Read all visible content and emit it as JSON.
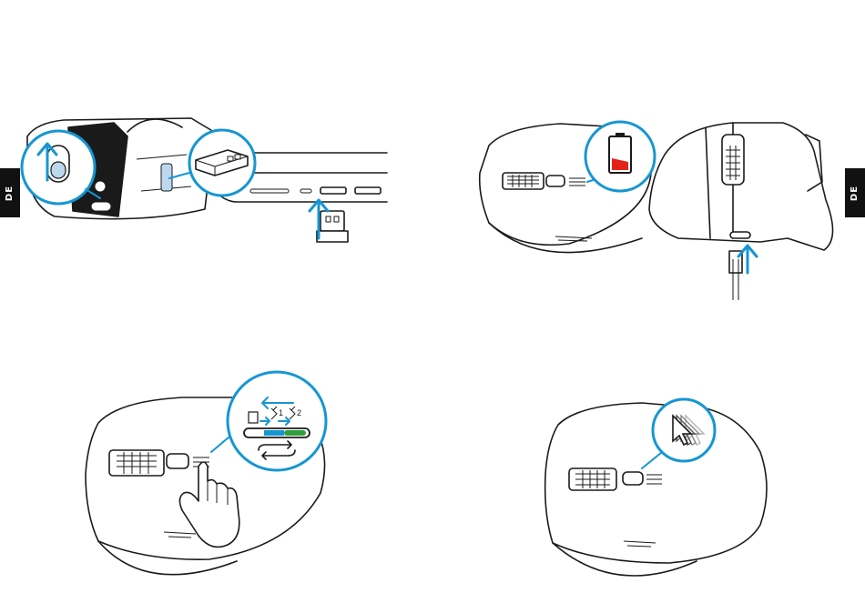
{
  "language_tab_left": "DE",
  "language_tab_right": "DE",
  "colors": {
    "accent": "#1596d3",
    "battery_low": "#e2231a",
    "green_led": "#2e9e3e",
    "line": "#1a1a1a",
    "tab_background": "#111111"
  },
  "steps": [
    {
      "name": "power-switch-and-receiver",
      "icons": [
        "arrow-up-icon",
        "power-switch-icon",
        "usb-receiver-icon"
      ]
    },
    {
      "name": "charging",
      "icons": [
        "battery-low-icon",
        "usb-c-port-icon",
        "arrow-up-icon"
      ]
    },
    {
      "name": "connection-switch",
      "icons": [
        "receiver-icon",
        "bluetooth-1-icon",
        "bluetooth-2-icon",
        "cycle-arrows-icon",
        "hand-press-icon"
      ]
    },
    {
      "name": "dpi-switch",
      "icons": [
        "cursor-trail-icon"
      ]
    }
  ],
  "connection_labels": [
    "1",
    "2"
  ]
}
